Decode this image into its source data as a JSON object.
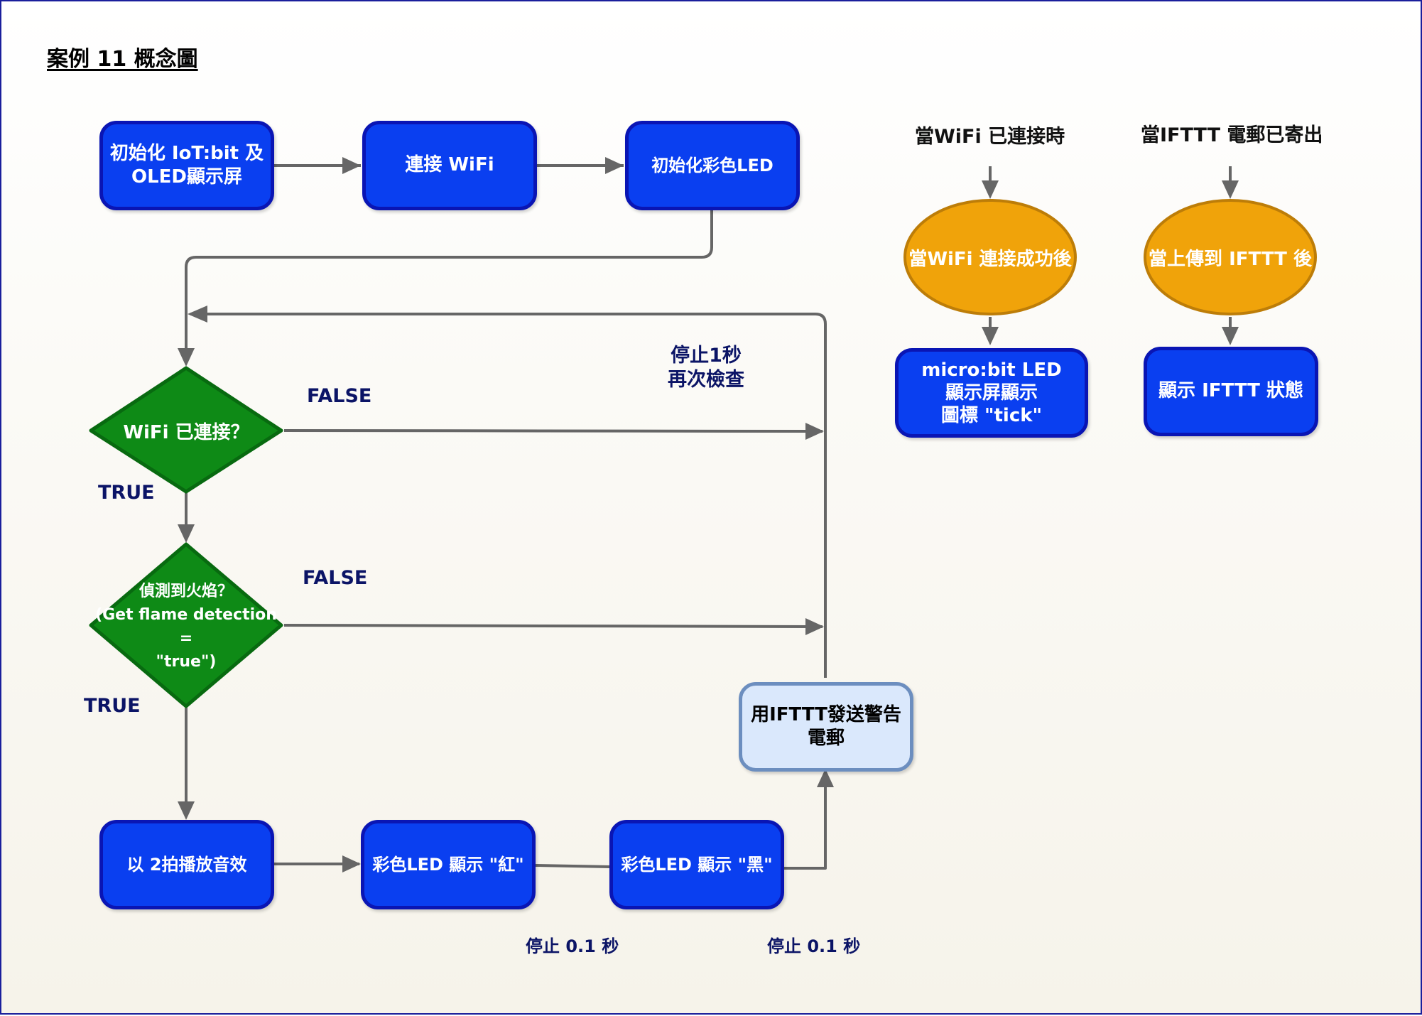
{
  "title": "案例 11 概念圖",
  "nodes": {
    "init_iot": "初始化 IoT:bit 及\nOLED顯示屏",
    "connect_wifi": "連接 WiFi",
    "init_led": "初始化彩色LED",
    "wifi_check": "WiFi 已連接？",
    "flame_check": "偵測到火焰？\n(Get flame detection =\n\"true\")",
    "play_sound": "以 2拍播放音效",
    "led_red": "彩色LED 顯示 \"紅\"",
    "led_black": "彩色LED 顯示 \"黑\"",
    "ifttt_send": "用IFTTT發送警告\n電郵",
    "wifi_connected_event": "當WiFi 連接成功後",
    "microbit_tick": "micro:bit LED\n顯示屏顯示\n圖標 \"tick\"",
    "ifttt_uploaded_event": "當上傳到 IFTTT 後",
    "show_ifttt_status": "顯示 IFTTT 狀態"
  },
  "labels": {
    "wifi_false": "FALSE",
    "wifi_true": "TRUE",
    "flame_false": "FALSE",
    "flame_true": "TRUE",
    "wait_recheck": "停止1秒\n再次檢查",
    "pause_1": "停止 0.1 秒",
    "pause_2": "停止 0.1 秒",
    "when_wifi": "當WiFi 已連接時",
    "when_ifttt": "當IFTTT 電郵已寄出"
  },
  "colors": {
    "process_fill": "#0a3ff0",
    "process_border": "#0a15b4",
    "decision_fill": "#0e8a16",
    "decision_border": "#086a10",
    "event_fill": "#f0a30a",
    "event_border": "#bd7d08",
    "alert_fill": "#dae8fc",
    "alert_border": "#6c8ebf",
    "connector": "#666666",
    "label_text": "#0b1466"
  }
}
